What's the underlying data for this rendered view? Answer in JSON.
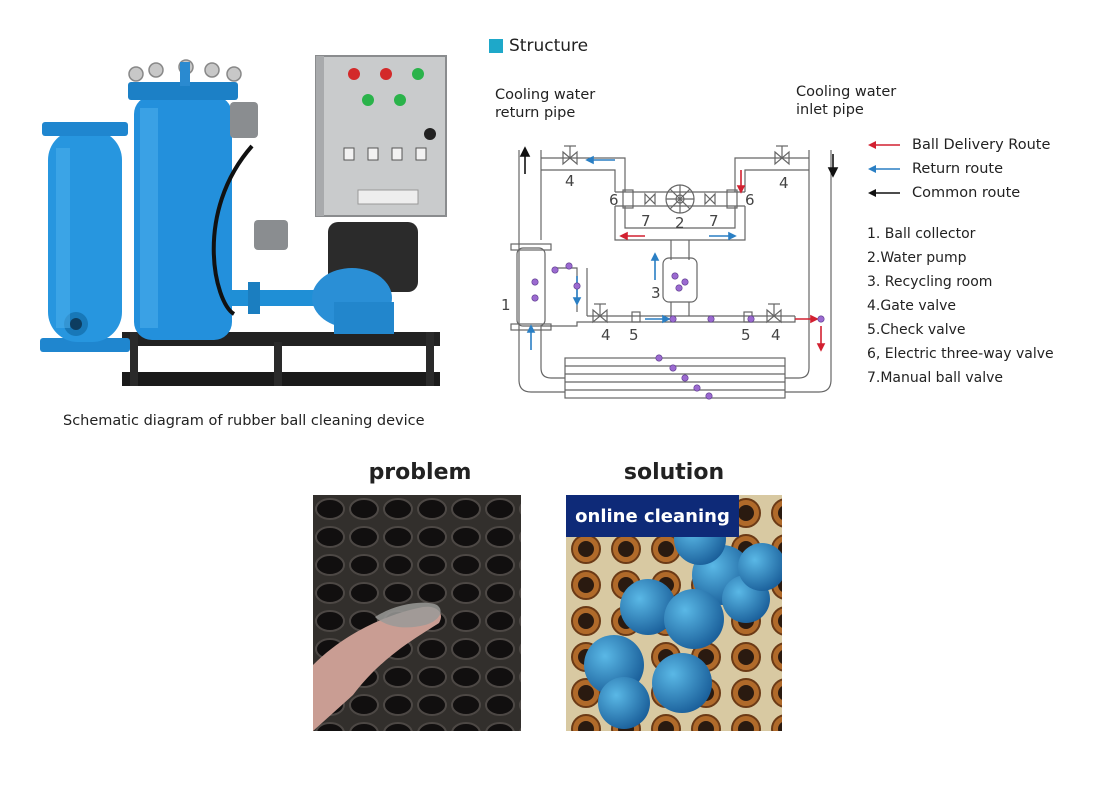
{
  "photo_caption": "Schematic diagram of rubber ball cleaning device",
  "structure": {
    "title": "Structure",
    "return_pipe_label_1": "Cooling water",
    "return_pipe_label_2": "return pipe",
    "inlet_pipe_label_1": "Cooling water",
    "inlet_pipe_label_2": "inlet pipe",
    "diagram_numbers": [
      "1",
      "2",
      "3",
      "4",
      "4",
      "4",
      "4",
      "5",
      "5",
      "6",
      "6",
      "7",
      "7"
    ]
  },
  "legend": [
    {
      "label": "Ball Delivery Route",
      "color": "#d22030"
    },
    {
      "label": "Return route",
      "color": "#2a7fc4"
    },
    {
      "label": "Common route",
      "color": "#111111"
    }
  ],
  "components": [
    "1. Ball collector",
    "2.Water pump",
    "3. Recycling room",
    "4.Gate valve",
    "5.Check valve",
    "6, Electric three-way valve",
    "7.Manual ball valve"
  ],
  "comparison": {
    "problem_label": "problem",
    "solution_label": "solution",
    "solution_banner": "online cleaning"
  },
  "colors": {
    "accent": "#1ea8c9",
    "banner": "#0e2a78",
    "equipment_blue": "#1f8fd6"
  }
}
